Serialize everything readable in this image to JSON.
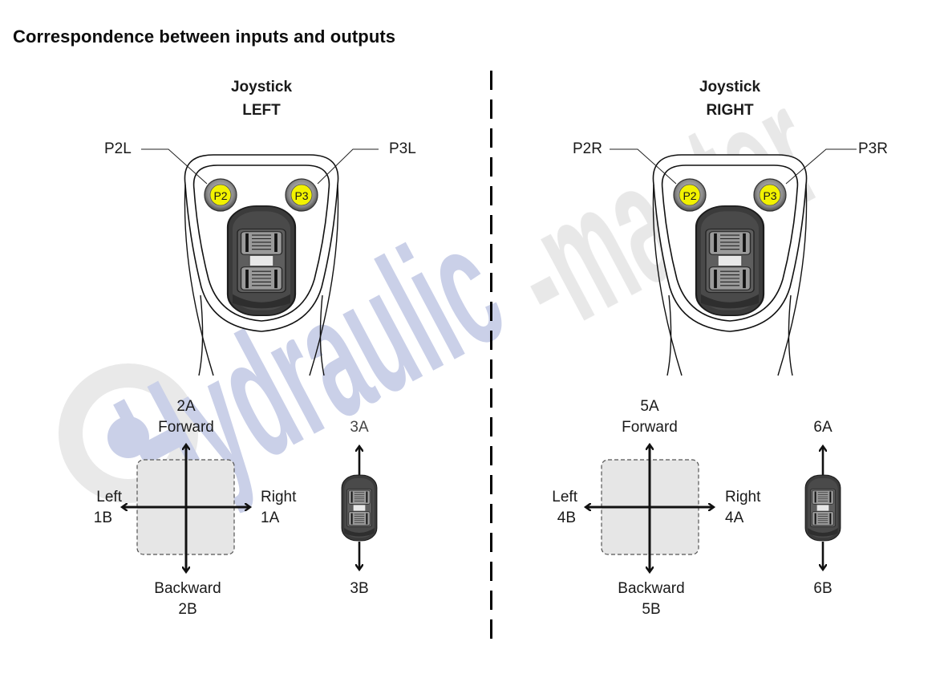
{
  "page": {
    "title": "Correspondence between inputs and outputs",
    "watermark": "@Hydraulic-master"
  },
  "left": {
    "header_line1": "Joystick",
    "header_line2": "LEFT",
    "callout_left": "P2L",
    "callout_right": "P3L",
    "button_left": "P2",
    "button_right": "P3",
    "forward_code": "2A",
    "forward_label": "Forward",
    "backward_label": "Backward",
    "backward_code": "2B",
    "left_label": "Left",
    "left_code": "1B",
    "right_label": "Right",
    "right_code": "1A",
    "roller_up": "3A",
    "roller_down": "3B"
  },
  "right": {
    "header_line1": "Joystick",
    "header_line2": "RIGHT",
    "callout_left": "P2R",
    "callout_right": "P3R",
    "button_left": "P2",
    "button_right": "P3",
    "forward_code": "5A",
    "forward_label": "Forward",
    "backward_label": "Backward",
    "backward_code": "5B",
    "left_label": "Left",
    "left_code": "4B",
    "right_label": "Right",
    "right_code": "4A",
    "roller_up": "6A",
    "roller_down": "6B"
  },
  "colors": {
    "button_yellow": "#f2f200",
    "watermark_blue": "#b8c0e0",
    "watermark_gray": "#e4e4e4"
  }
}
